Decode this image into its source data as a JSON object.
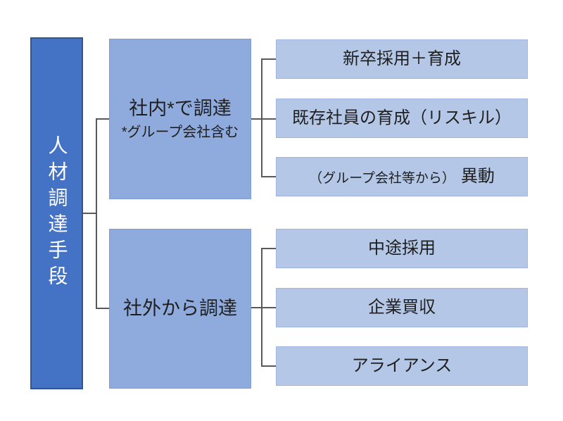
{
  "diagram": {
    "title": "人材調達手段",
    "root": {
      "label": "人材調達手段"
    },
    "branches": [
      {
        "title": "社内*で調達",
        "subtitle": "*グループ会社含む",
        "children": [
          {
            "text": "新卒採用＋育成"
          },
          {
            "text": "既存社員の育成（リスキル）"
          },
          {
            "prefix": "（グループ会社等から）",
            "text": "異動"
          }
        ]
      },
      {
        "title": "社外から調達",
        "children": [
          {
            "text": "中途採用"
          },
          {
            "text": "企業買収"
          },
          {
            "text": "アライアンス"
          }
        ]
      }
    ]
  },
  "colors": {
    "canvas_bg": "#FFFFFF",
    "root_fill": "#4472C4",
    "root_border": "#2F5597",
    "root_text": "#FFFFFF",
    "branch_fill": "#8FAADC",
    "branch_border": "#7E9CD6",
    "leaf_fill": "#B4C7E7",
    "leaf_border": "#9DB5E0",
    "connector": "#595959",
    "text": "#1F1F1F"
  }
}
